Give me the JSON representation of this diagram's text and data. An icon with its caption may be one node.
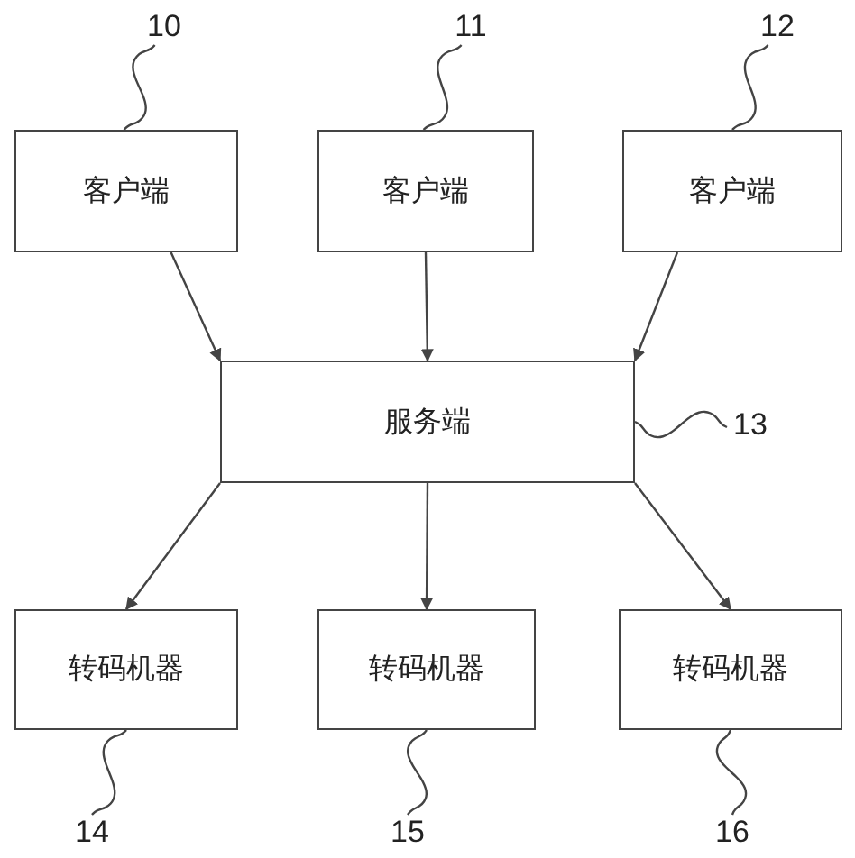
{
  "diagram": {
    "nodes": [
      {
        "text": [
          "客户端"
        ]
      },
      {
        "text": [
          "客户端"
        ]
      },
      {
        "text": [
          "客户端"
        ]
      },
      {
        "text": [
          "服务端"
        ]
      },
      {
        "text": [
          "转码机器"
        ]
      },
      {
        "text": [
          "转码机器"
        ]
      },
      {
        "text": [
          "转码机器"
        ]
      },
      {
        "text": [
          "10"
        ]
      },
      {
        "text": [
          "11"
        ]
      },
      {
        "text": [
          "12"
        ]
      },
      {
        "text": [
          "13"
        ]
      },
      {
        "text": [
          "14"
        ]
      },
      {
        "text": [
          "15"
        ]
      },
      {
        "text": [
          "16"
        ]
      }
    ],
    "edges": [
      {
        "from": 0,
        "to": 3,
        "arrow": "to"
      },
      {
        "from": 1,
        "to": 3,
        "arrow": "to"
      },
      {
        "from": 2,
        "to": 3,
        "arrow": "to"
      },
      {
        "from": 3,
        "to": 4,
        "arrow": "to"
      },
      {
        "from": 3,
        "to": 5,
        "arrow": "to"
      },
      {
        "from": 3,
        "to": 6,
        "arrow": "to"
      },
      {
        "from": 7,
        "to": 0,
        "arrow": "none"
      },
      {
        "from": 8,
        "to": 1,
        "arrow": "none"
      },
      {
        "from": 9,
        "to": 2,
        "arrow": "none"
      },
      {
        "from": 10,
        "to": 3,
        "arrow": "none"
      },
      {
        "from": 11,
        "to": 4,
        "arrow": "none"
      },
      {
        "from": 12,
        "to": 5,
        "arrow": "none"
      },
      {
        "from": 13,
        "to": 6,
        "arrow": "none"
      }
    ]
  }
}
